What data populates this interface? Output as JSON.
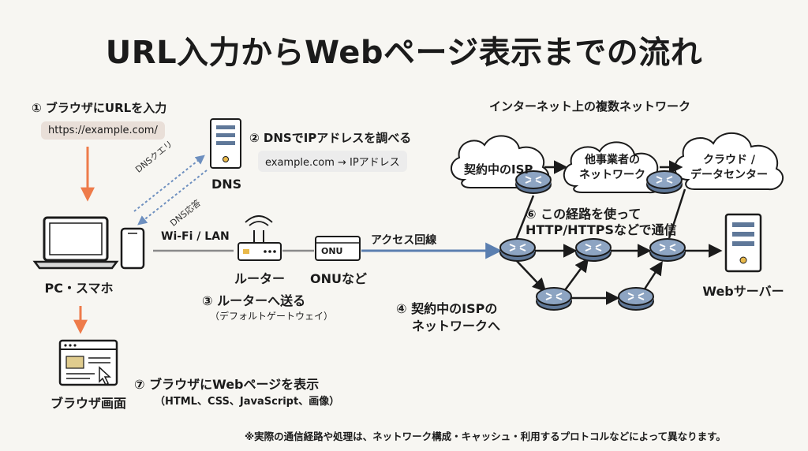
{
  "title": "URL入力からWebページ表示までの流れ",
  "step1": {
    "label": "① ブラウザにURLを入力",
    "url": "https://example.com/"
  },
  "step2": {
    "label": "② DNSでIPアドレスを調べる",
    "detail": "example.com → IPアドレス"
  },
  "dns": {
    "label": "DNS",
    "query": "DNSクエリ",
    "response": "DNS応答"
  },
  "pc": {
    "label": "PC・スマホ"
  },
  "wifi": {
    "label": "Wi-Fi / LAN"
  },
  "router": {
    "label": "ルーター"
  },
  "onu": {
    "label": "ONUなど",
    "badge": "ONU"
  },
  "access_line": {
    "label": "アクセス回線"
  },
  "step3": {
    "label": "③ ルーターへ送る",
    "sub": "（デフォルトゲートウェイ）"
  },
  "step4": {
    "line1": "④ 契約中のISPの",
    "line2": "ネットワークへ"
  },
  "internet": {
    "label": "インターネット上の複数ネットワーク"
  },
  "cloud1": {
    "label": "契約中のISP"
  },
  "cloud2": {
    "line1": "他事業者の",
    "line2": "ネットワーク"
  },
  "cloud3": {
    "line1": "クラウド /",
    "line2": "データセンター"
  },
  "step6": {
    "line1": "⑥ この経路を使って",
    "line2": "HTTP/HTTPSなどで通信"
  },
  "server": {
    "label": "Webサーバー"
  },
  "step7": {
    "label": "⑦ ブラウザにWebページを表示",
    "sub": "（HTML、CSS、JavaScript、画像）"
  },
  "browser": {
    "label": "ブラウザ画面"
  },
  "footnote": "※実際の通信経路や処理は、ネットワーク構成・キャッシュ・利用するプロトコルなどによって異なります。",
  "colors": {
    "orange": "#ee7b4a",
    "blue": "#5b7fb0",
    "dark": "#1b1b1b",
    "router_fill": "#7f98b8"
  }
}
